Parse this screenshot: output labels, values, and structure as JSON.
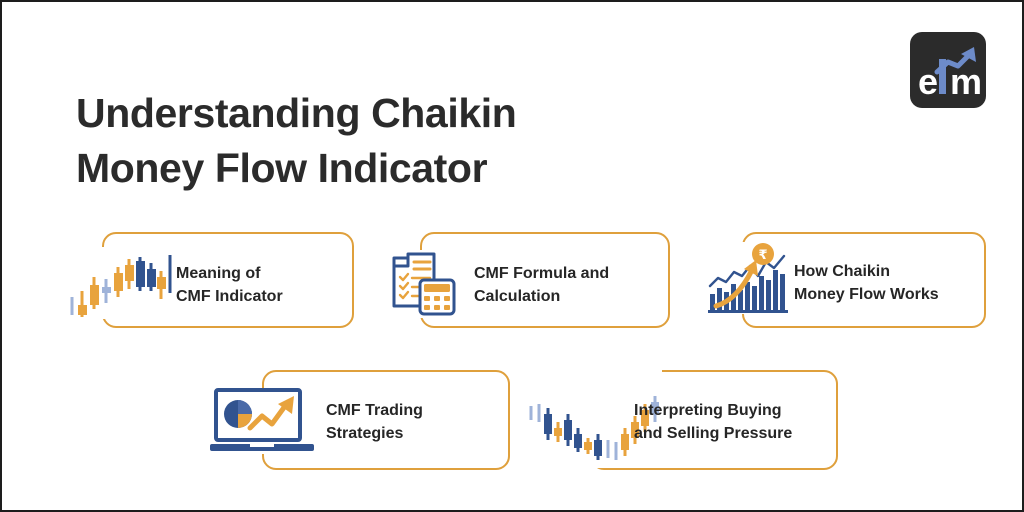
{
  "poster": {
    "background_color": "#ffffff",
    "border_color": "#1d1d1d",
    "accent_orange": "#dfa03c",
    "accent_navy": "#31538f",
    "text_color": "#2b2b2b"
  },
  "logo": {
    "name": "elm-logo",
    "text_e": "e",
    "text_l": "l",
    "text_m": "m",
    "background_color": "#2b2b2b",
    "bar_color": "#6d8bc9",
    "arrow_color": "#6d8bc9"
  },
  "heading": {
    "line1": "Understanding Chaikin",
    "line2": "Money Flow Indicator"
  },
  "cards": [
    {
      "id": "card-1",
      "icon": "candlestick-chart-icon",
      "label_line1": "Meaning of",
      "label_line2": "CMF Indicator"
    },
    {
      "id": "card-2",
      "icon": "checklist-calculator-icon",
      "label_line1": "CMF Formula and",
      "label_line2": "Calculation"
    },
    {
      "id": "card-3",
      "icon": "growth-bar-chart-rupee-icon",
      "label_line1": "How Chaikin",
      "label_line2": "Money Flow Works"
    },
    {
      "id": "card-4",
      "icon": "laptop-analytics-icon",
      "label_line1": "CMF Trading",
      "label_line2": "Strategies"
    },
    {
      "id": "card-5",
      "icon": "candlestick-pressure-icon",
      "label_line1": "Interpreting Buying",
      "label_line2": "and Selling Pressure"
    }
  ],
  "symbols": {
    "rupee": "₹"
  }
}
